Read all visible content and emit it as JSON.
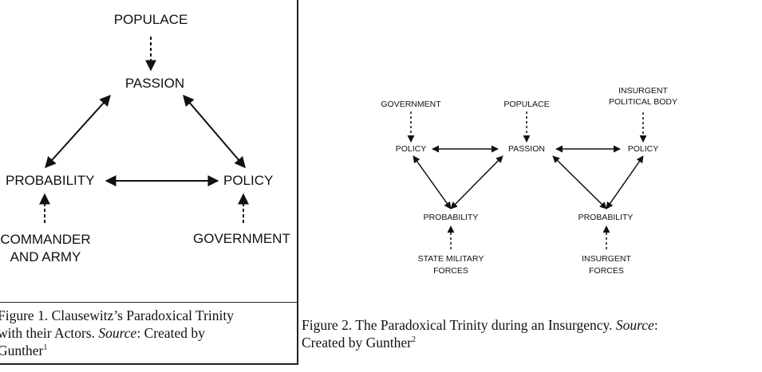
{
  "figure1": {
    "populace": "POPULACE",
    "passion": "PASSION",
    "probability": "PROBABILITY",
    "policy": "POLICY",
    "commander_line1": "COMMANDER",
    "commander_line2": "AND ARMY",
    "government": "GOVERNMENT",
    "caption": {
      "line1": "Figure 1. Clausewitz’s Paradoxical Trinity",
      "line2_pre": "with their Actors. ",
      "source_word": "Source",
      "line2_post": ": Created by",
      "line3": "Gunther",
      "footnote": "1"
    }
  },
  "figure2": {
    "government": "GOVERNMENT",
    "populace": "POPULACE",
    "insurgent_line1": "INSURGENT",
    "insurgent_line2": "POLITICAL BODY",
    "policy_left": "POLICY",
    "passion": "PASSION",
    "policy_right": "POLICY",
    "probability_left": "PROBABILITY",
    "probability_right": "PROBABILITY",
    "state_military_line1": "STATE MILITARY",
    "state_military_line2": "FORCES",
    "insurgent_forces_line1": "INSURGENT",
    "insurgent_forces_line2": "FORCES",
    "caption": {
      "line1_pre": "Figure 2. The Paradoxical Trinity during an Insurgency. ",
      "source_word": "Source",
      "line1_post": ":",
      "line2": "Created by Gunther",
      "footnote": "2"
    }
  }
}
